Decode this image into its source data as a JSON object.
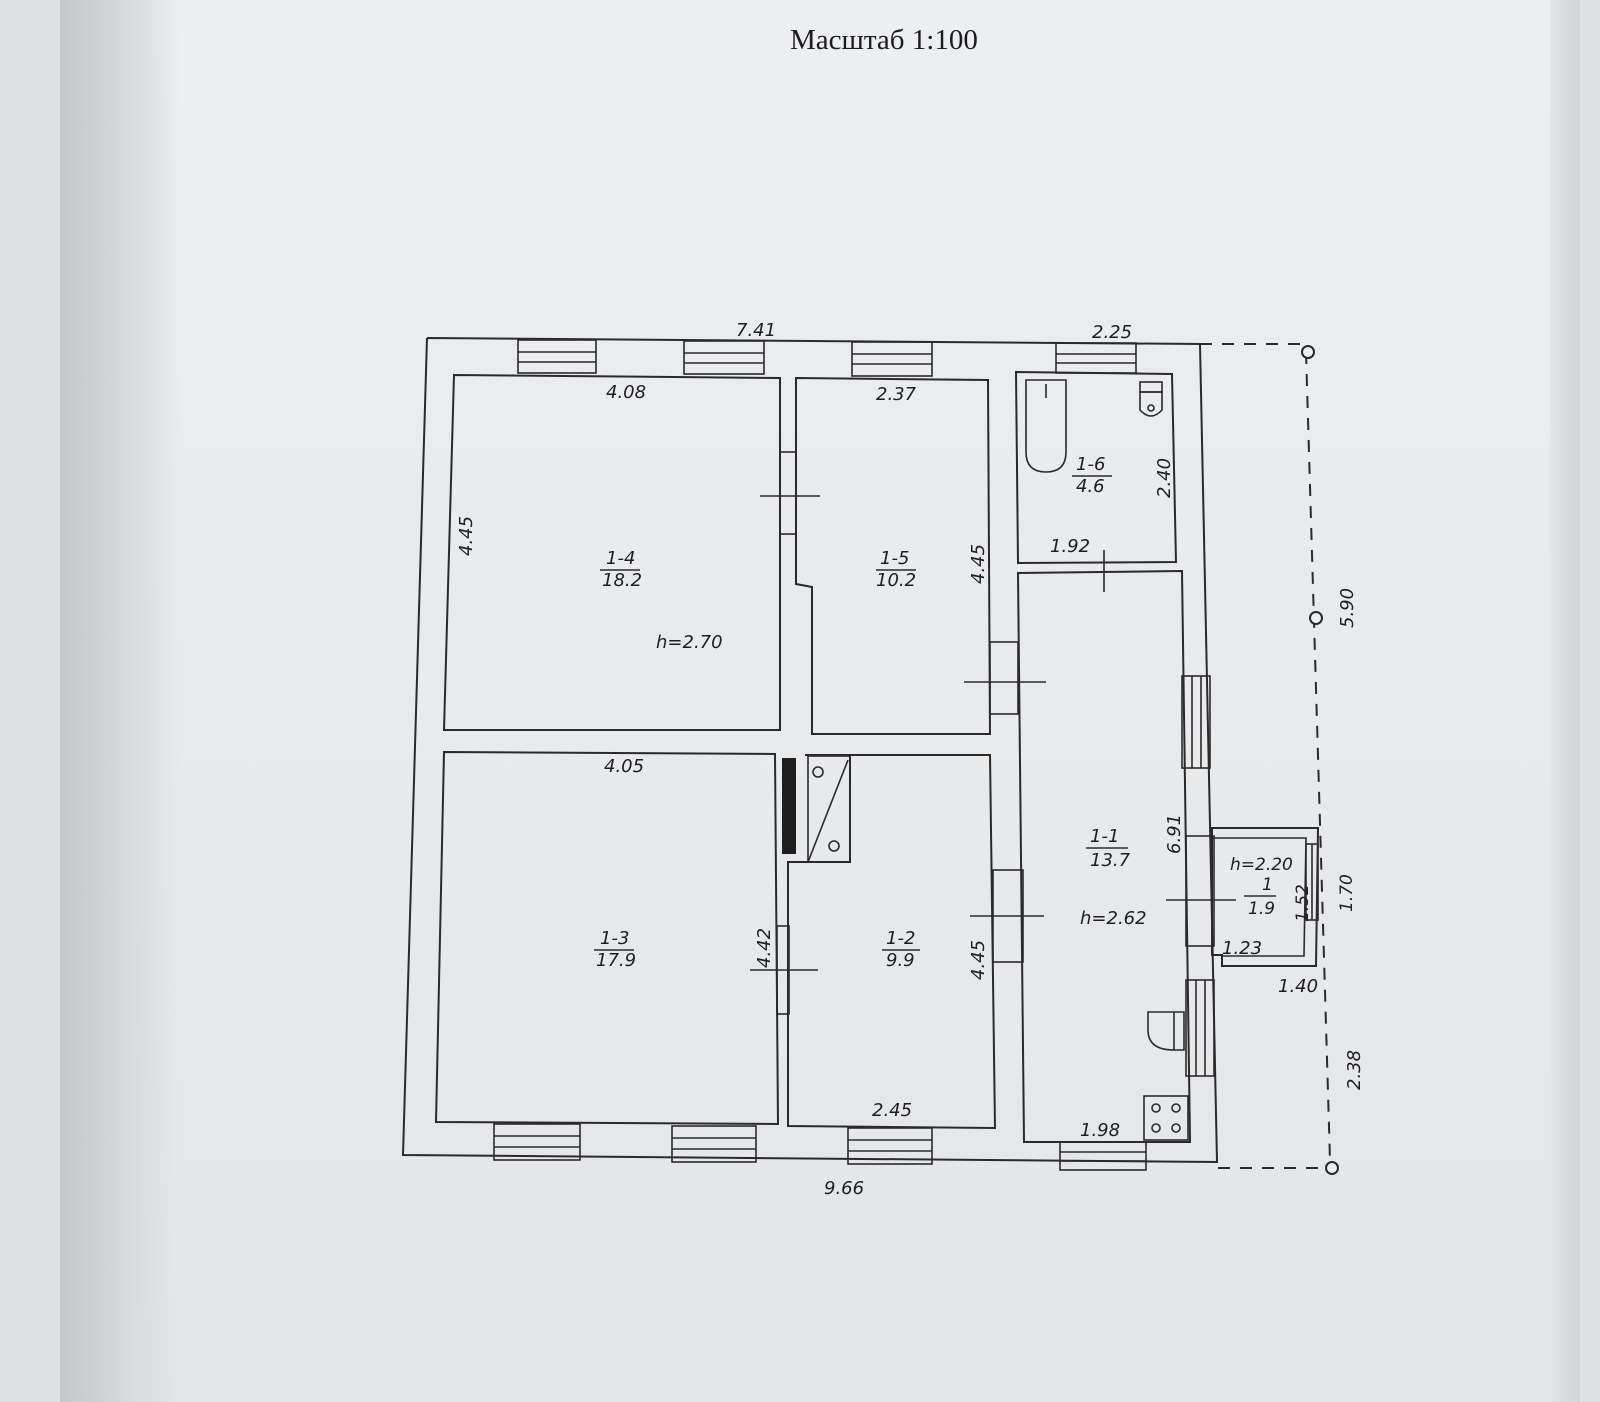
{
  "title": "Масштаб 1:100",
  "overall": {
    "top_left_width": "7.41",
    "top_right_width": "2.25",
    "bottom_width": "9.66",
    "right_height_upper": "5.90",
    "right_height_lower": "2.38"
  },
  "rooms": {
    "r14": {
      "num": "1-4",
      "area": "18.2",
      "top": "4.08",
      "side": "4.45",
      "height": "h=2.70"
    },
    "r15": {
      "num": "1-5",
      "area": "10.2",
      "top": "2.37",
      "side": "4.45"
    },
    "r16": {
      "num": "1-6",
      "area": "4.6",
      "bottom": "1.92",
      "side": "2.40"
    },
    "r13": {
      "num": "1-3",
      "area": "17.9",
      "top": "4.05",
      "side": "4.42"
    },
    "r12": {
      "num": "1-2",
      "area": "9.9",
      "bottom": "2.45",
      "side": "4.45"
    },
    "r11": {
      "num": "1-1",
      "area": "13.7",
      "bottom": "1.98",
      "side": "6.91",
      "height": "h=2.62"
    },
    "porch": {
      "num": "1",
      "area": "1.9",
      "height": "h=2.20",
      "width": "1.23",
      "side": "1.52",
      "outer_width": "1.40",
      "outer_side": "1.70"
    }
  }
}
